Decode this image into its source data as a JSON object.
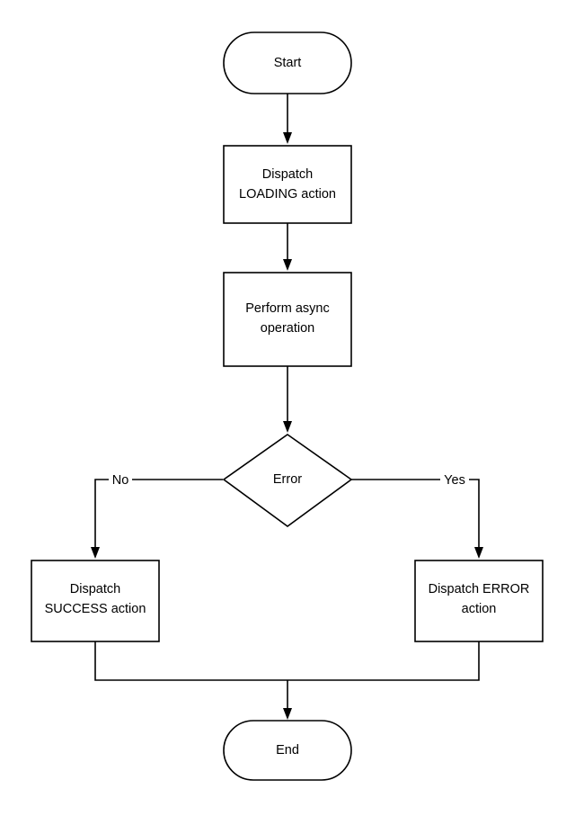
{
  "nodes": {
    "start": {
      "lines": [
        "Start"
      ]
    },
    "dispatch_loading": {
      "lines": [
        "Dispatch",
        "LOADING action"
      ]
    },
    "perform_async": {
      "lines": [
        "Perform async",
        "operation"
      ]
    },
    "error": {
      "lines": [
        "Error"
      ]
    },
    "dispatch_success": {
      "lines": [
        "Dispatch",
        "SUCCESS action"
      ]
    },
    "dispatch_error": {
      "lines": [
        "Dispatch ERROR",
        "action"
      ]
    },
    "end": {
      "lines": [
        "End"
      ]
    }
  },
  "edges": {
    "no_label": "No",
    "yes_label": "Yes"
  },
  "colors": {
    "stroke": "#000000",
    "fill": "#ffffff"
  }
}
